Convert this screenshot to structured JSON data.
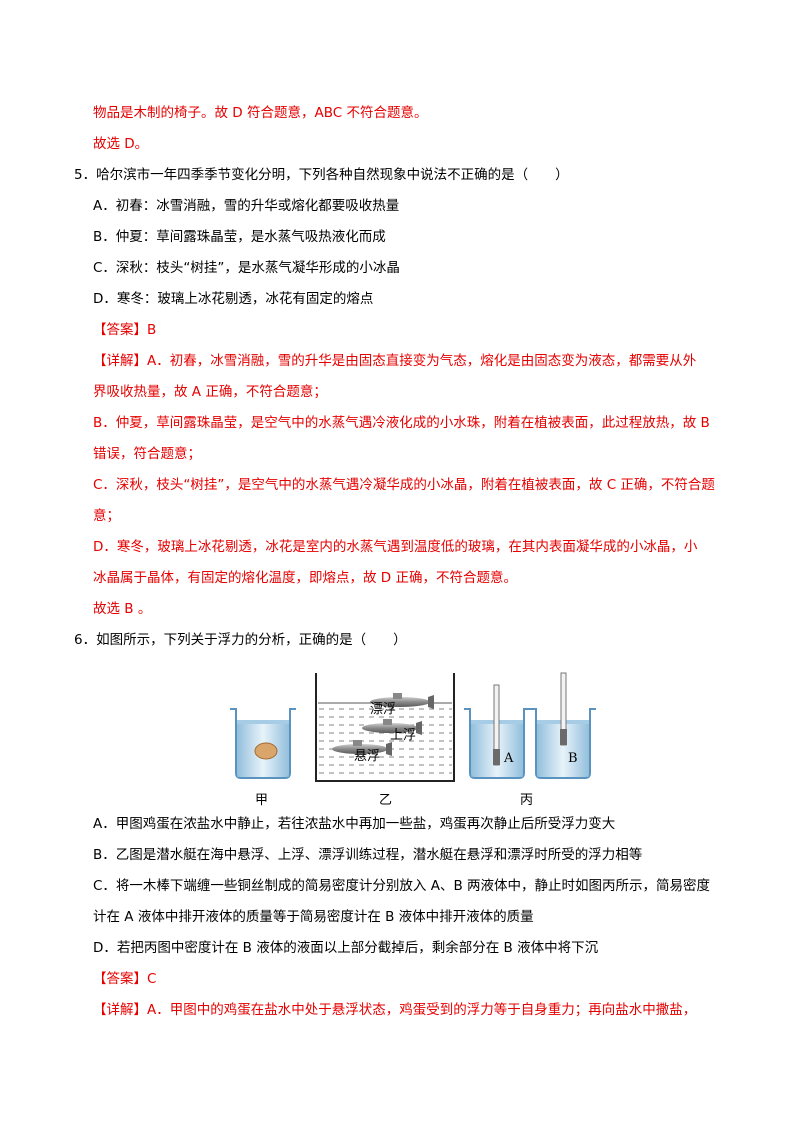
{
  "prev_answer": {
    "line1": "物品是木制的椅子。故 D 符合题意，ABC 不符合题意。",
    "line2": "故选 D。"
  },
  "q5": {
    "stem": "5．哈尔滨市一年四季季节变化分明，下列各种自然现象中说法不正确的是（　　）",
    "options": [
      "A．初春：冰雪消融，雪的升华或熔化都要吸收热量",
      "B．仲夏：草间露珠晶莹，是水蒸气吸热液化而成",
      "C．深秋：枝头“树挂”，是水蒸气凝华形成的小冰晶",
      "D．寒冬：玻璃上冰花剔透，冰花有固定的熔点"
    ],
    "answer": "【答案】B",
    "detail": [
      "【详解】A．初春，冰雪消融，雪的升华是由固态直接变为气态，熔化是由固态变为液态，都需要从外",
      "界吸收热量，故 A 正确，不符合题意；",
      "B．仲夏，草间露珠晶莹，是空气中的水蒸气遇冷液化成的小水珠，附着在植被表面，此过程放热，故 B",
      "错误，符合题意；",
      "C．深秋，枝头“树挂”，是空气中的水蒸气遇冷凝华成的小冰晶，附着在植被表面，故 C 正确，不符合题",
      "意；",
      "D．寒冬，玻璃上冰花剔透，冰花是室内的水蒸气遇到温度低的玻璃，在其内表面凝华成的小冰晶，小",
      "冰晶属于晶体，有固定的熔化温度，即熔点，故 D 正确，不符合题意。"
    ],
    "conclusion": "故选 B 。"
  },
  "q6": {
    "stem": "6．如图所示，下列关于浮力的分析，正确的是（　　）",
    "figure": {
      "label_jia": "甲",
      "label_yi": "乙",
      "label_bing": "丙",
      "label_piaofu": "漂浮",
      "label_shangfu": "上浮",
      "label_xuanfu": "悬浮",
      "label_a": "A",
      "label_b": "B"
    },
    "options": [
      "A．甲图鸡蛋在浓盐水中静止，若往浓盐水中再加一些盐，鸡蛋再次静止后所受浮力变大",
      "B．乙图是潜水艇在海中悬浮、上浮、漂浮训练过程，潜水艇在悬浮和漂浮时所受的浮力相等",
      "C．将一木棒下端缠一些铜丝制成的简易密度计分别放入 A、B 两液体中，静止时如图丙所示，简易密度",
      "计在 A 液体中排开液体的质量等于简易密度计在 B 液体中排开液体的质量",
      "D．若把丙图中密度计在 B 液体的液面以上部分截掉后，剩余部分在 B 液体中将下沉"
    ],
    "answer": "【答案】C",
    "detail": [
      "【详解】A．甲图中的鸡蛋在盐水中处于悬浮状态，鸡蛋受到的浮力等于自身重力；再向盐水中撒盐，"
    ]
  }
}
